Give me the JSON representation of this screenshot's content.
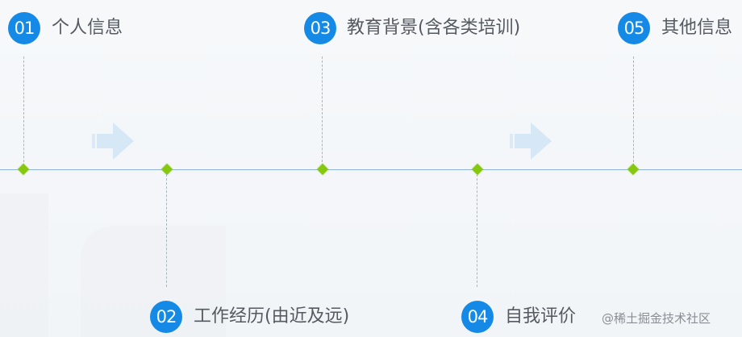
{
  "steps": [
    {
      "num": "01",
      "label": "个人信息"
    },
    {
      "num": "02",
      "label": "工作经历(由近及远)"
    },
    {
      "num": "03",
      "label": "教育背景(含各类培训)"
    },
    {
      "num": "04",
      "label": "自我评价"
    },
    {
      "num": "05",
      "label": "其他信息"
    }
  ],
  "colors": {
    "badge": "#1589e6",
    "diamond": "#86c80f",
    "timeline": "#8fb3d8",
    "arrow": "#d6e8f6"
  },
  "icons": {
    "arrow": "right-arrow-icon"
  },
  "watermark": "@稀土掘金技术社区"
}
